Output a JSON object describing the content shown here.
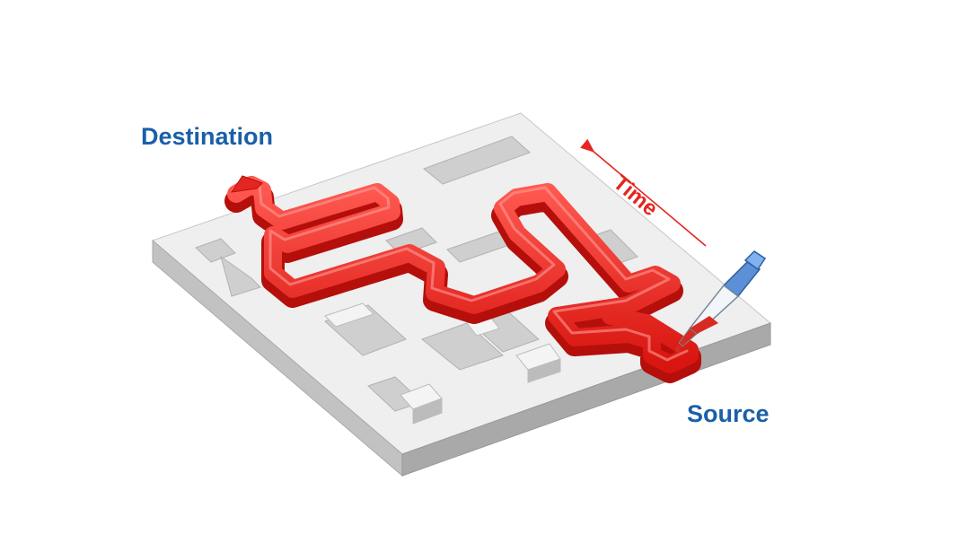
{
  "labels": {
    "destination": "Destination",
    "source": "Source",
    "time": "Time"
  },
  "colors": {
    "label_blue": "#1a5fa8",
    "path_red": "#e52620",
    "maze_top": "#ececec",
    "maze_side": "#b9b9b9"
  },
  "icons": {
    "dropper": "pipette-icon",
    "exit_arrow": "arrow-up-icon"
  }
}
